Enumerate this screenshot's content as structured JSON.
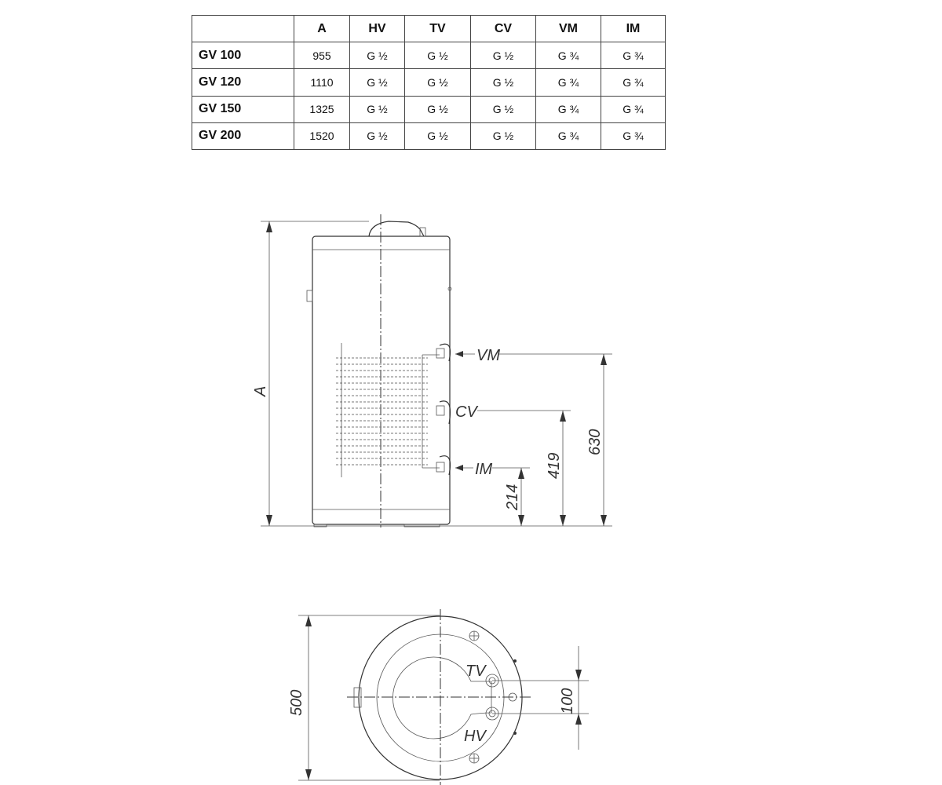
{
  "table": {
    "headers": [
      "",
      "A",
      "HV",
      "TV",
      "CV",
      "VM",
      "IM"
    ],
    "rows": [
      {
        "model": "GV 100",
        "values": [
          "955",
          "G ½",
          "G ½",
          "G ½",
          "G ¾",
          "G ¾"
        ]
      },
      {
        "model": "GV 120",
        "values": [
          "1110",
          "G ½",
          "G ½",
          "G ½",
          "G ¾",
          "G ¾"
        ]
      },
      {
        "model": "GV 150",
        "values": [
          "1325",
          "G ½",
          "G ½",
          "G ½",
          "G ¾",
          "G ¾"
        ]
      },
      {
        "model": "GV 200",
        "values": [
          "1520",
          "G ½",
          "G ½",
          "G ½",
          "G ¾",
          "G ¾"
        ]
      }
    ]
  },
  "side_view": {
    "height_label": "A",
    "labels": {
      "vm": "VM",
      "cv": "CV",
      "im": "IM"
    },
    "dimensions": {
      "d630": "630",
      "d419": "419",
      "d214": "214"
    }
  },
  "top_view": {
    "diameter_label": "500",
    "labels": {
      "tv": "TV",
      "hv": "HV"
    },
    "spacing_label": "100"
  }
}
